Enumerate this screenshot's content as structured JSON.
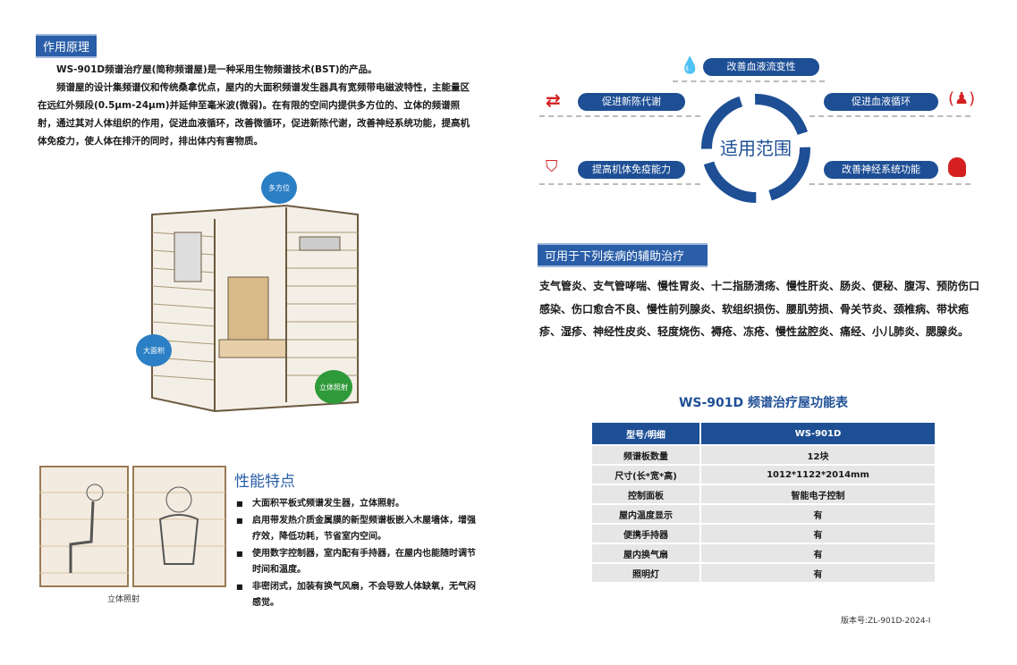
{
  "principle": {
    "title": "作用原理",
    "paragraphs": [
      "WS-901D频谱治疗屋(简称频谱屋)是一种采用生物频谱技术(BST)的产品。",
      "频谱屋的设计集频谱仪和传统桑拿优点，屋内的大面积频谱发生器具有宽频带电磁波特性，主能量区在远红外频段(0.5μm-24μm)并延伸至毫米波(微弱)。在有限的空间内提供多方位的、立体的频谱照射，通过其对人体组织的作用，促进血液循环，改善微循环，促进新陈代谢，改善神经系统功能，提高机体免疫力，使人体在排汗的同时，排出体内有害物质。"
    ]
  },
  "illustration": {
    "callouts": [
      "多方位",
      "大面积",
      "立体照射"
    ],
    "caption": "立体照射"
  },
  "features": {
    "title": "性能特点",
    "items": [
      "大面积平板式频谱发生器，立体照射。",
      "启用带发热介质金属膜的新型频谱板嵌入木屋墙体，增强疗效，降低功耗，节省室内空间。",
      "使用数字控制器，室内配有手持器，在屋内也能随时调节时间和温度。",
      "非密闭式，加装有换气风扇，不会导致人体缺氧，无气闷感觉。"
    ]
  },
  "scope": {
    "center": "适用范围",
    "items": [
      {
        "label": "改善血液流变性",
        "icon": "blood-drop-icon"
      },
      {
        "label": "促进新陈代谢",
        "icon": "cycle-arrows-icon"
      },
      {
        "label": "促进血液循环",
        "icon": "body-circulation-icon"
      },
      {
        "label": "提高机体免疫能力",
        "icon": "shield-arrow-icon"
      },
      {
        "label": "改善神经系统功能",
        "icon": "head-gear-icon"
      }
    ]
  },
  "diseases": {
    "title": "可用于下列疾病的辅助治疗",
    "text": "支气管炎、支气管哮喘、慢性胃炎、十二指肠溃疡、慢性肝炎、肠炎、便秘、腹泻、预防伤口感染、伤口愈合不良、慢性前列腺炎、软组织损伤、腰肌劳损、骨关节炎、颈椎病、带状疱疹、湿疹、神经性皮炎、轻度烧伤、褥疮、冻疮、慢性盆腔炎、痛经、小儿肺炎、腮腺炎。"
  },
  "table": {
    "title": "WS-901D 频谱治疗屋功能表",
    "header": [
      "型号/明细",
      "WS-901D"
    ],
    "rows": [
      [
        "频谱板数量",
        "12块"
      ],
      [
        "尺寸(长*宽*高)",
        "1012*1122*2014mm"
      ],
      [
        "控制面板",
        "智能电子控制"
      ],
      [
        "屋内温度显示",
        "有"
      ],
      [
        "便携手持器",
        "有"
      ],
      [
        "屋内换气扇",
        "有"
      ],
      [
        "照明灯",
        "有"
      ]
    ]
  },
  "version": "版本号:ZL-901D-2024-I",
  "colors": {
    "brand_blue": "#1e4f95",
    "accent_red": "#d42020"
  }
}
